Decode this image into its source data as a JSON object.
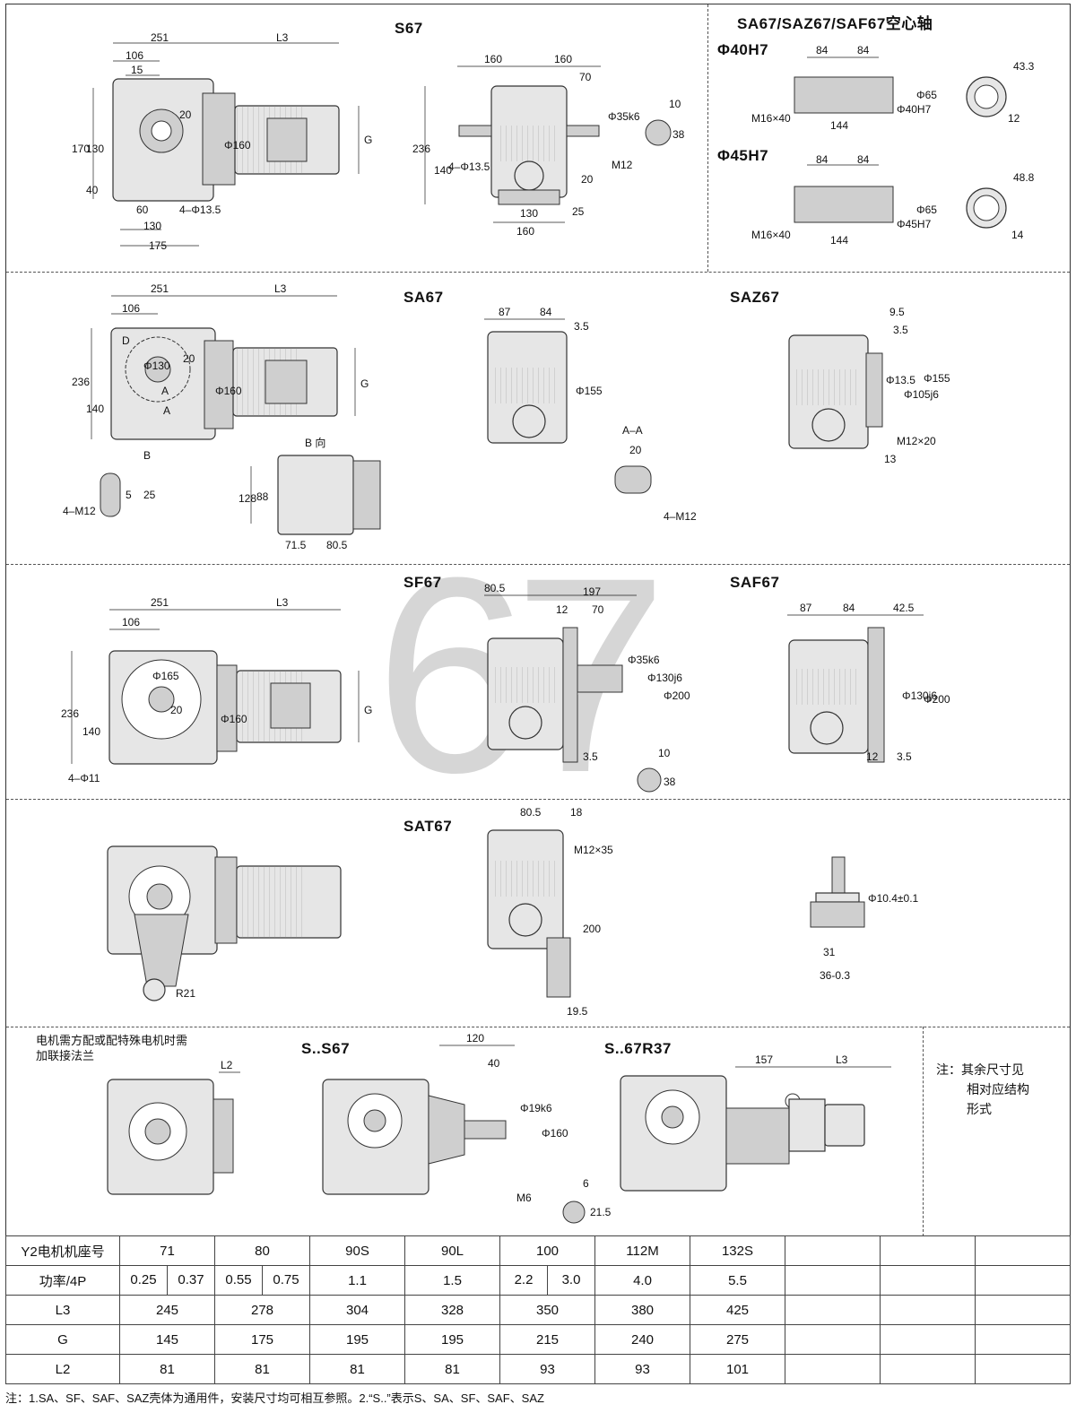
{
  "titles": {
    "s67": "S67",
    "hollow": "SA67/SAZ67/SAF67空心轴",
    "phi40": "Φ40H7",
    "phi45": "Φ45H7",
    "sa67": "SA67",
    "saz67": "SAZ67",
    "sf67": "SF67",
    "saf67": "SAF67",
    "sat67": "SAT67",
    "ss67": "S..S67",
    "s67r37": "S..67R37",
    "bview": "B 向",
    "aa": "A–A"
  },
  "watermark": "67",
  "notes": {
    "left_l1": "电机需方配或配特殊电机时需",
    "left_l2": "加联接法兰",
    "right_l1": "注：其余尺寸见",
    "right_l2": "相对应结构",
    "right_l3": "形式"
  },
  "dims": {
    "d251": "251",
    "dL3": "L3",
    "d106": "106",
    "d15": "15",
    "d20": "20",
    "d170": "170",
    "d130": "130",
    "d40": "40",
    "d60": "60",
    "d175": "175",
    "d4p135": "4–Φ13.5",
    "dphi160": "Φ160",
    "dG": "G",
    "d160": "160",
    "d70": "70",
    "dphi35k6": "Φ35k6",
    "d236": "236",
    "d140": "140",
    "dM12": "M12",
    "d25": "25",
    "d10": "10",
    "d38": "38",
    "d84": "84",
    "dM16x40": "M16×40",
    "d144": "144",
    "dphi40H7": "Φ40H7",
    "dphi65": "Φ65",
    "d433": "43.3",
    "d12": "12",
    "dphi45H7": "Φ45H7",
    "d488": "48.8",
    "d14": "14",
    "dphi130": "Φ130",
    "dD": "D",
    "dA": "A",
    "dB": "B",
    "d4M12": "4–M12",
    "d5": "5",
    "d128": "128",
    "d88": "88",
    "d715": "71.5",
    "d805": "80.5",
    "d87": "87",
    "d35": "3.5",
    "dphi155": "Φ155",
    "d95": "9.5",
    "dphi135": "Φ13.5",
    "dphi105j6": "Φ105j6",
    "dM12x20": "M12×20",
    "d13": "13",
    "d4M12v": "4–M12",
    "dphi165": "Φ165",
    "d4p11": "4–Φ11",
    "d197": "197",
    "dphi130j6": "Φ130j6",
    "dphi200": "Φ200",
    "d425": "42.5",
    "d18": "18",
    "dM12x35": "M12×35",
    "d200": "200",
    "d195": "19.5",
    "dR21": "R21",
    "dphi104": "Φ10.4±0.1",
    "d31": "31",
    "d36": "36-0.3",
    "dL2": "L2",
    "d120": "120",
    "dphi19k6": "Φ19k6",
    "dM6": "M6",
    "d6": "6",
    "d215": "21.5",
    "d157": "157"
  },
  "table": {
    "rows": [
      {
        "label": "Y2电机机座号",
        "cells": [
          "71",
          "80",
          "90S",
          "90L",
          "100",
          "112M",
          "132S",
          "",
          "",
          ""
        ]
      },
      {
        "label": "功率/4P",
        "cells": [
          "0.25",
          "0.37",
          "0.55",
          "0.75",
          "1.1",
          "1.5",
          "2.2",
          "3.0",
          "4.0",
          "5.5",
          "",
          "",
          ""
        ]
      },
      {
        "label": "L3",
        "cells": [
          "245",
          "278",
          "304",
          "328",
          "350",
          "380",
          "425",
          "",
          "",
          ""
        ]
      },
      {
        "label": "G",
        "cells": [
          "145",
          "175",
          "195",
          "195",
          "215",
          "240",
          "275",
          "",
          "",
          ""
        ]
      },
      {
        "label": "L2",
        "cells": [
          "81",
          "81",
          "81",
          "81",
          "93",
          "93",
          "101",
          "",
          "",
          ""
        ]
      }
    ]
  },
  "footnote": "注：1.SA、SF、SAF、SAZ壳体为通用件，安装尺寸均可相互参照。2.“S..”表示S、SA、SF、SAF、SAZ"
}
